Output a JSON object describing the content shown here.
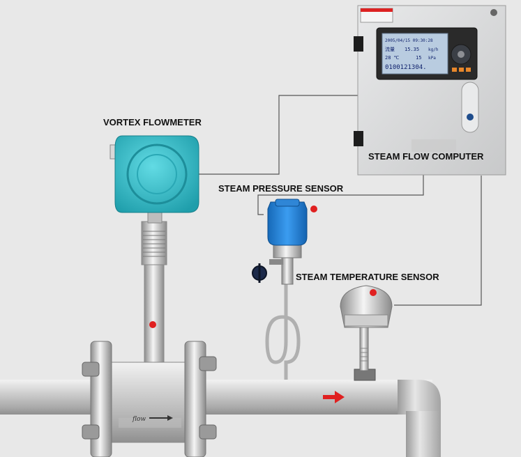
{
  "labels": {
    "vortex": "VORTEX FLOWMETER",
    "flow_computer": "STEAM FLOW COMPUTER",
    "pressure_sensor": "STEAM PRESSURE SENSOR",
    "temperature_sensor": "STEAM TEMPERATURE SENSOR"
  },
  "display": {
    "line1": "2005/04/15 09:30:28",
    "line2_left": "流量",
    "line2_value": "15.35",
    "line2_unit": "kg/h",
    "line3_left": "28 ℃",
    "line3_value": "15",
    "line3_unit": "kPa",
    "line4": "0100121304."
  },
  "pipe": {
    "flow_word": "flow"
  },
  "colors": {
    "background": "#e8e8e8",
    "pipe": "#c9c9c9",
    "transmitter": "#35c2cf",
    "pressure_body": "#1f7fd6",
    "indicator_dot": "#e02020",
    "flow_arrow": "#e02020",
    "cabinet": "#d9dadb",
    "lcd": "#b9cce0"
  }
}
